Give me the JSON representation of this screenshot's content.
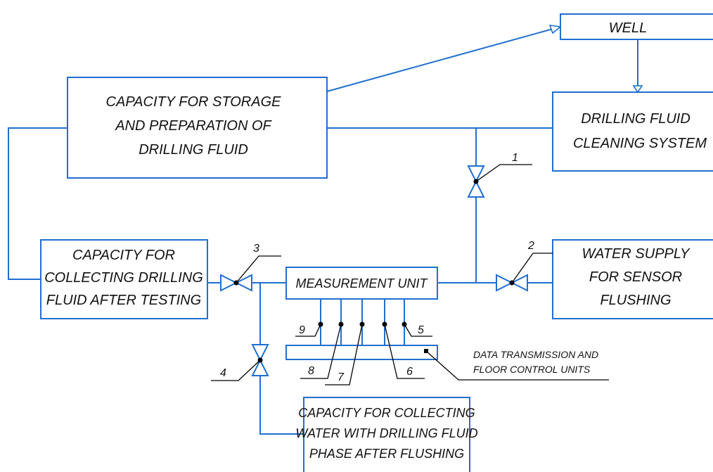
{
  "boxes": {
    "well": {
      "lines": [
        "WELL"
      ]
    },
    "storage": {
      "lines": [
        "CAPACITY FOR STORAGE",
        "AND PREPARATION OF",
        "DRILLING FLUID"
      ]
    },
    "cleaning": {
      "lines": [
        "DRILLING FLUID",
        "CLEANING SYSTEM"
      ]
    },
    "collecting_after_testing": {
      "lines": [
        "CAPACITY FOR",
        "COLLECTING DRILLING",
        "FLUID AFTER TESTING"
      ]
    },
    "measurement_unit": {
      "lines": [
        "MEASUREMENT UNIT"
      ]
    },
    "water_supply": {
      "lines": [
        "WATER SUPPLY",
        "FOR SENSOR",
        "FLUSHING"
      ]
    },
    "collecting_water": {
      "lines": [
        "CAPACITY FOR COLLECTING",
        "WATER WITH DRILLING FLUID",
        "PHASE AFTER FLUSHING"
      ]
    }
  },
  "data_units_label": [
    "DATA TRANSMISSION AND",
    "FLOOR CONTROL UNITS"
  ],
  "callouts": {
    "v1": "1",
    "v2": "2",
    "v3": "3",
    "v4": "4",
    "s5": "5",
    "s6": "6",
    "s7": "7",
    "s8": "8",
    "s9": "9"
  },
  "colors": {
    "line": "#1f6fd1",
    "leader": "#000000"
  }
}
